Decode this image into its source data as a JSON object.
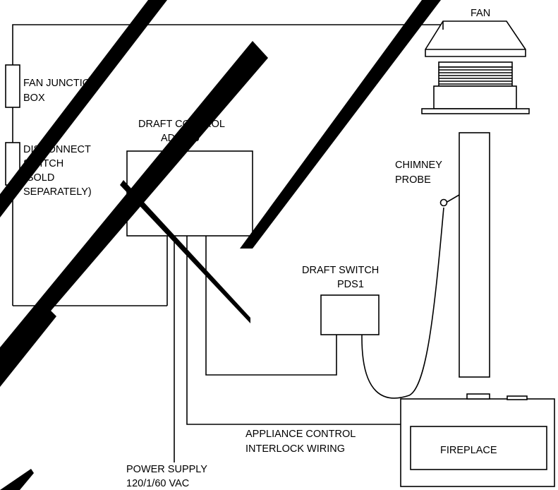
{
  "labels": {
    "fan": "FAN",
    "fan_junction_box": [
      "FAN JUNCTION",
      "BOX"
    ],
    "draft_control": [
      "DRAFT CONTROL",
      "ADC100"
    ],
    "disconnect_switch": [
      "DISCONNECT",
      "SWITCH",
      "(SOLD",
      "SEPARATELY)"
    ],
    "chimney_probe": [
      "CHIMNEY",
      "PROBE"
    ],
    "draft_switch": [
      "DRAFT SWITCH",
      "PDS1"
    ],
    "appliance_control": [
      "APPLIANCE CONTROL",
      "INTERLOCK WIRING"
    ],
    "fireplace": "FIREPLACE",
    "power_supply": [
      "POWER SUPPLY",
      "120/1/60 VAC"
    ]
  },
  "colors": {
    "line": "#000000",
    "watermark": "#000000",
    "background": "#ffffff"
  }
}
